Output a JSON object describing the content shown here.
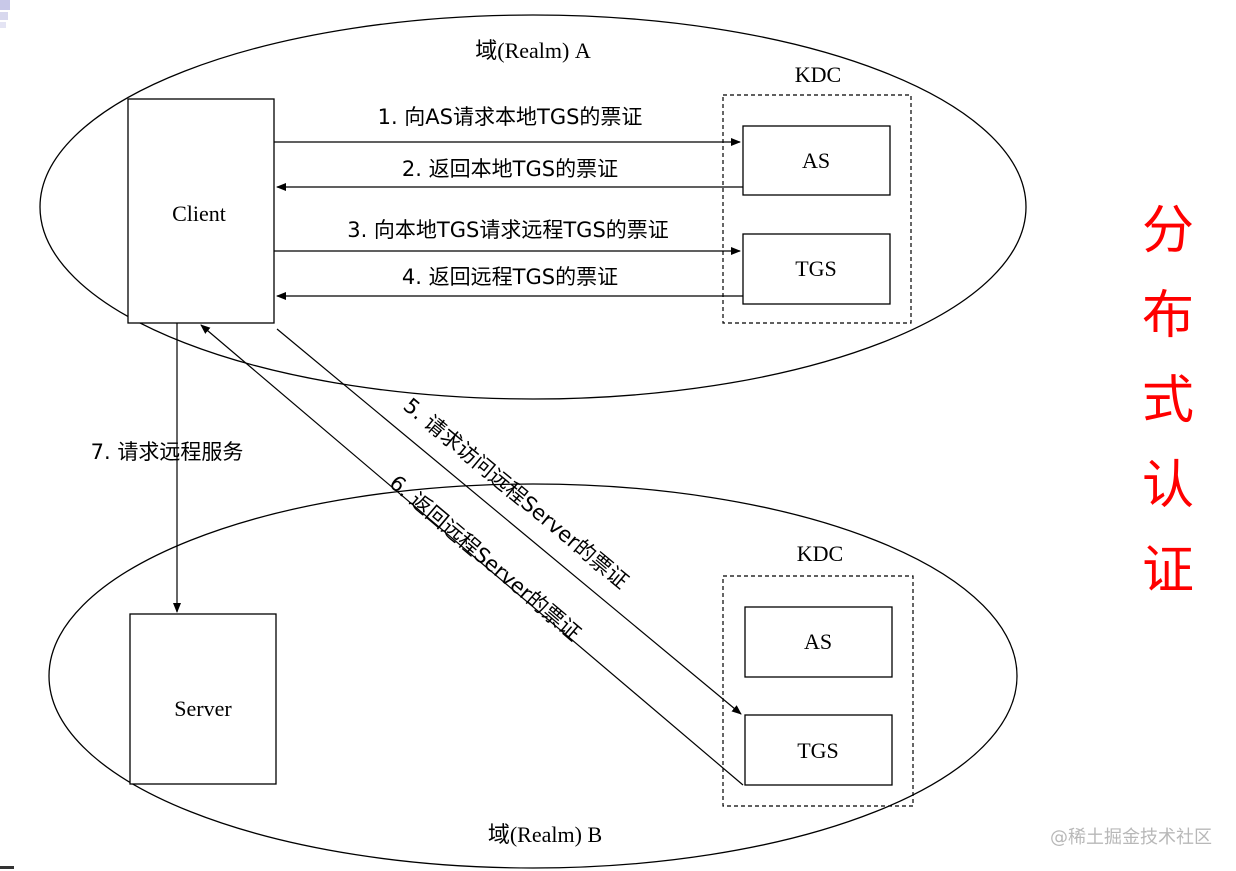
{
  "realm_a": {
    "label": "域(Realm) A",
    "kdc_label": "KDC",
    "as_label": "AS",
    "tgs_label": "TGS"
  },
  "realm_b": {
    "label": "域(Realm) B",
    "kdc_label": "KDC",
    "as_label": "AS",
    "tgs_label": "TGS"
  },
  "client_label": "Client",
  "server_label": "Server",
  "messages": {
    "m1": "1. 向AS请求本地TGS的票证",
    "m2": "2. 返回本地TGS的票证",
    "m3": "3. 向本地TGS请求远程TGS的票证",
    "m4": "4. 返回远程TGS的票证",
    "m5": "5. 请求访问远程Server的票证",
    "m6": "6. 返回远程Server的票证",
    "m7": "7. 请求远程服务"
  },
  "side_title": [
    "分",
    "布",
    "式",
    "认",
    "证"
  ],
  "watermark": "@稀土掘金技术社区",
  "colors": {
    "line": "#000000",
    "side_title": "#ff0000"
  }
}
